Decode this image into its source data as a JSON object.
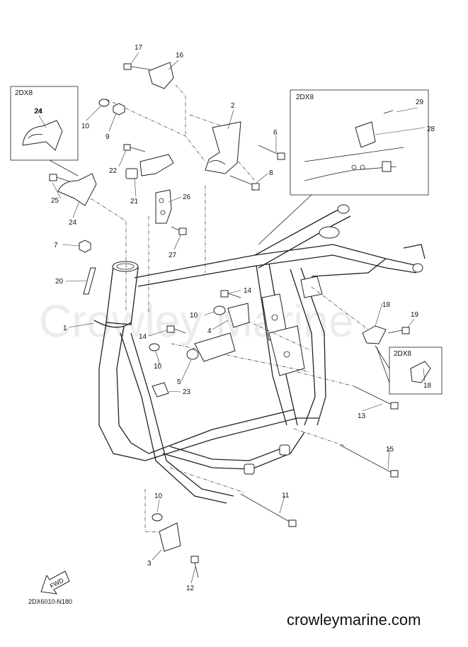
{
  "watermark": "Crowley Marine",
  "site": "crowleymarine.com",
  "diagram_code": "2DX6010-N180",
  "fwd_label": "FWD",
  "insets": [
    {
      "id": "inset-left",
      "label": "2DX8",
      "parts": [
        "24"
      ]
    },
    {
      "id": "inset-top-right",
      "label": "2DX8",
      "parts": [
        "29",
        "28"
      ]
    },
    {
      "id": "inset-bottom-right",
      "label": "2DX8",
      "parts": [
        "18"
      ]
    }
  ],
  "callouts": [
    "1",
    "2",
    "3",
    "4",
    "5",
    "6",
    "7",
    "8",
    "9",
    "10",
    "11",
    "12",
    "13",
    "14",
    "15",
    "16",
    "17",
    "18",
    "19",
    "20",
    "21",
    "22",
    "23",
    "24",
    "25",
    "26",
    "27",
    "28",
    "29"
  ]
}
